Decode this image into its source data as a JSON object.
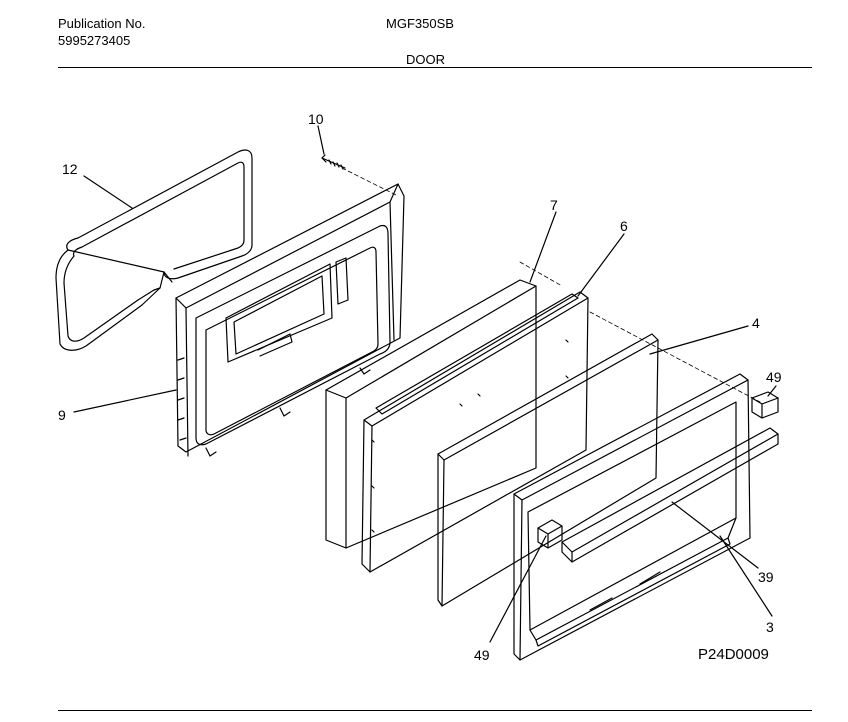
{
  "header": {
    "publication_label": "Publication No.",
    "publication_number": "5995273405",
    "model": "MGF350SB",
    "section": "DOOR"
  },
  "callouts": {
    "c10": "10",
    "c12": "12",
    "c7": "7",
    "c6": "6",
    "c4": "4",
    "c49a": "49",
    "c9": "9",
    "c39": "39",
    "c3": "3",
    "c49b": "49"
  },
  "diagram_code": "P24D0009"
}
